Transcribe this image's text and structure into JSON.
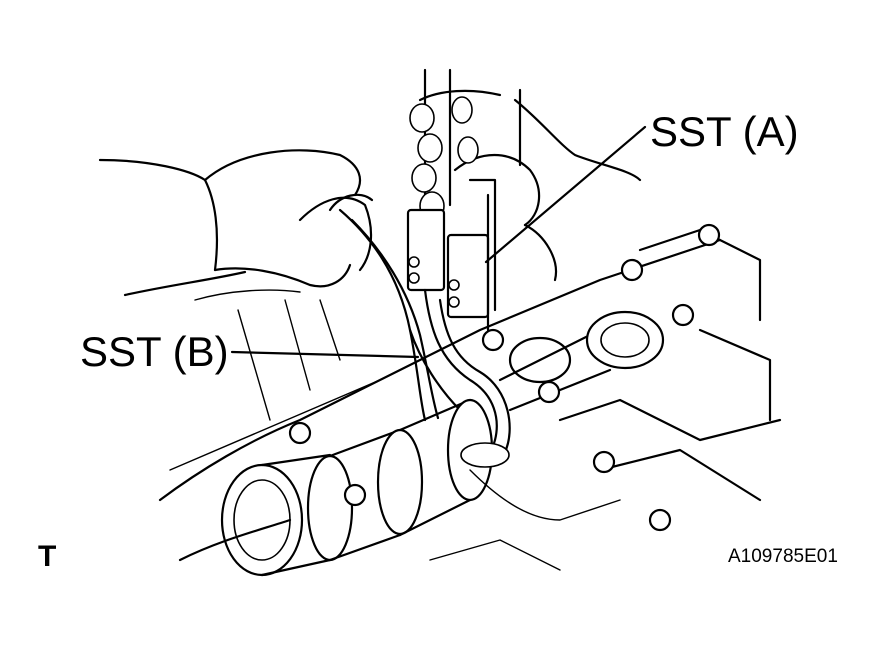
{
  "labels": {
    "sst_a": "SST (A)",
    "sst_b": "SST (B)",
    "corner_mark": "T",
    "figure_code": "A109785E01"
  },
  "colors": {
    "line": "#000000",
    "background": "#ffffff"
  }
}
